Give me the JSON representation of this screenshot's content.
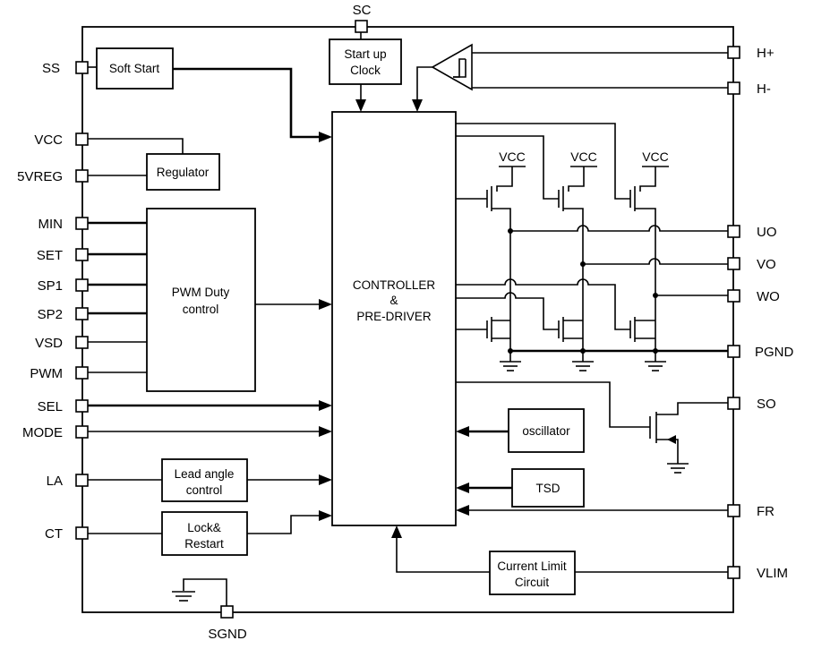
{
  "pins": {
    "sc": "SC",
    "ss": "SS",
    "vcc": "VCC",
    "vreg": "5VREG",
    "min": "MIN",
    "set": "SET",
    "sp1": "SP1",
    "sp2": "SP2",
    "vsd": "VSD",
    "pwm": "PWM",
    "sel": "SEL",
    "mode": "MODE",
    "la": "LA",
    "ct": "CT",
    "sgnd": "SGND",
    "hplus": "H+",
    "hminus": "H-",
    "uo": "UO",
    "vo": "VO",
    "wo": "WO",
    "pgnd": "PGND",
    "so": "SO",
    "fr": "FR",
    "vlim": "VLIM"
  },
  "blocks": {
    "soft_start": "Soft Start",
    "startup_clock": [
      "Start up",
      "Clock"
    ],
    "regulator": "Regulator",
    "pwm_duty": [
      "PWM Duty",
      "control"
    ],
    "controller": [
      "CONTROLLER",
      "&",
      "PRE-DRIVER"
    ],
    "lead_angle": [
      "Lead angle",
      "control"
    ],
    "lock_restart": [
      "Lock&",
      "Restart"
    ],
    "oscillator": "oscillator",
    "tsd": "TSD",
    "current_limit": [
      "Current Limit",
      "Circuit"
    ]
  },
  "supply": {
    "vcc_u": "VCC",
    "vcc_v": "VCC",
    "vcc_w": "VCC"
  }
}
